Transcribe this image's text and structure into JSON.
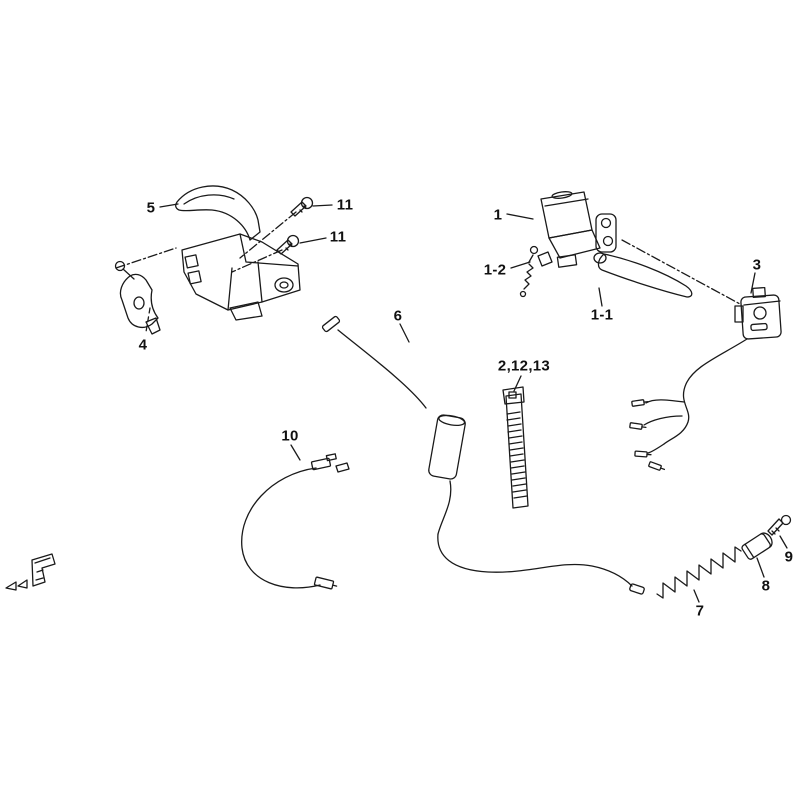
{
  "page": {
    "kind": "exploded-parts-diagram",
    "background_color": "#ffffff",
    "line_color": "#1a1a1a",
    "label_color": "#111111"
  },
  "labels": [
    {
      "part": "5",
      "text": "5"
    },
    {
      "part": "11-upper",
      "text": "11"
    },
    {
      "part": "11-lower",
      "text": "11"
    },
    {
      "part": "4",
      "text": "4"
    },
    {
      "part": "1",
      "text": "1"
    },
    {
      "part": "1-2",
      "text": "1-2"
    },
    {
      "part": "1-1",
      "text": "1-1"
    },
    {
      "part": "3",
      "text": "3"
    },
    {
      "part": "6",
      "text": "6"
    },
    {
      "part": "2-12-13",
      "text": "2,12,13"
    },
    {
      "part": "10",
      "text": "10"
    },
    {
      "part": "7",
      "text": "7"
    },
    {
      "part": "8",
      "text": "8"
    },
    {
      "part": "9",
      "text": "9"
    }
  ]
}
